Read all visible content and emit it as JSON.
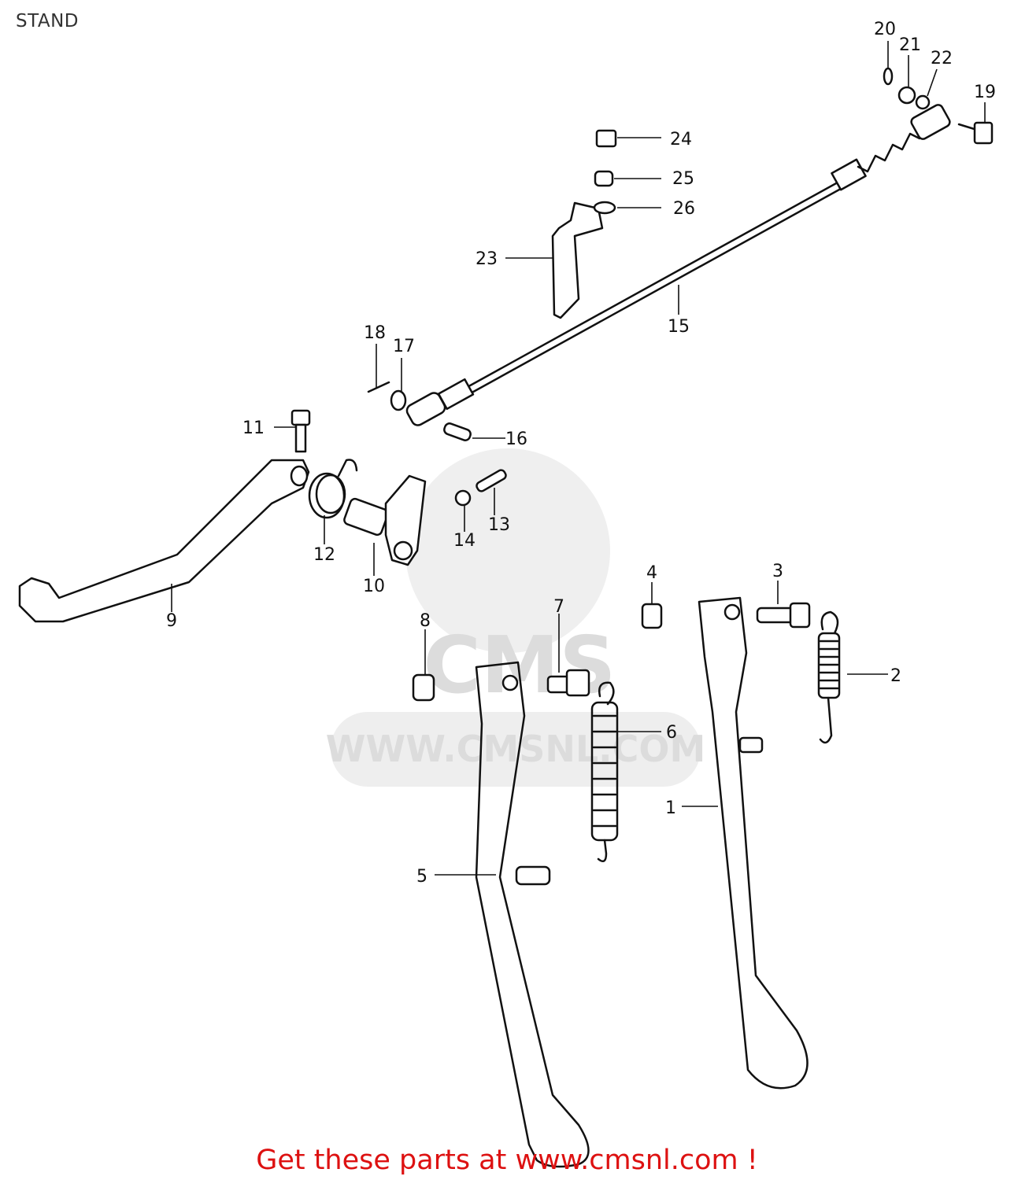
{
  "title": "STAND",
  "callouts": [
    "1",
    "2",
    "3",
    "4",
    "5",
    "6",
    "7",
    "8",
    "9",
    "10",
    "11",
    "12",
    "13",
    "14",
    "15",
    "16",
    "17",
    "18",
    "19",
    "20",
    "21",
    "22",
    "23",
    "24",
    "25",
    "26"
  ],
  "watermark": {
    "brand": "CMS",
    "url": "WWW.CMSNL.COM"
  },
  "footer": {
    "cta": "Get these parts at www.cmsnl.com !"
  },
  "colors": {
    "line": "#111111",
    "cta": "#dd1111",
    "watermark": "#dcdcdc"
  }
}
